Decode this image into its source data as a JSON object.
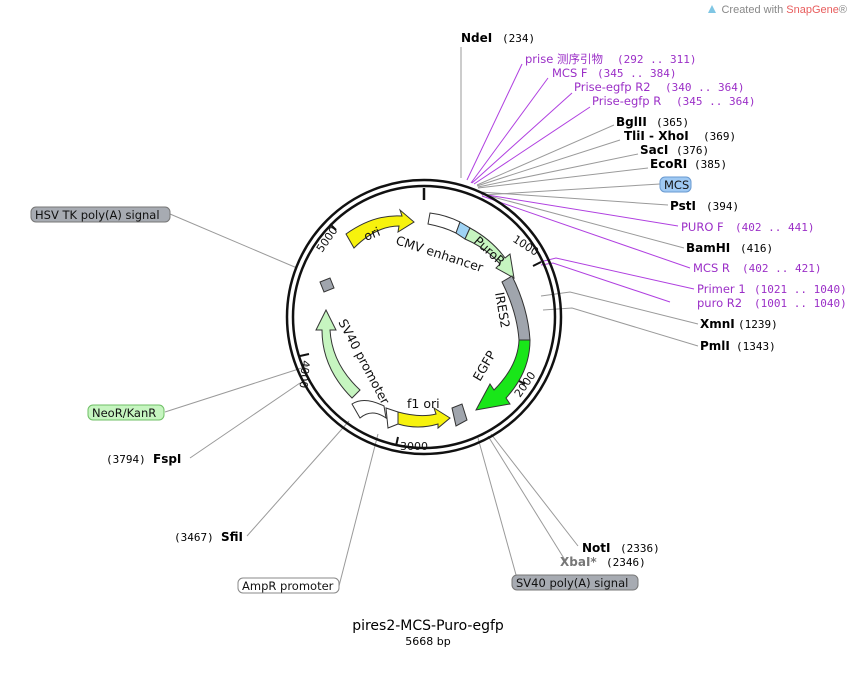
{
  "branding": {
    "prefix": "Created with ",
    "product": "SnapGene",
    "mark": "®"
  },
  "map": {
    "name": "pires2-MCS-Puro-egfp",
    "size_label": "5668 bp"
  },
  "ticks": [
    "1000",
    "2000",
    "3000",
    "4000",
    "5000"
  ],
  "features": {
    "ori": "ori",
    "cmv": "CMV enhancer",
    "puror": "PuroR",
    "ires2": "IRES2",
    "egfp": "EGFP",
    "f1ori": "f1 ori",
    "sv40prom": "SV40 promoter"
  },
  "sites": [
    {
      "name": "NdeI",
      "pos": "(234)"
    },
    {
      "name": "BglII",
      "pos": "(365)"
    },
    {
      "name": "TliI - XhoI",
      "pos": "(369)"
    },
    {
      "name": "SacI",
      "pos": "(376)"
    },
    {
      "name": "EcoRI",
      "pos": "(385)"
    },
    {
      "name": "PstI",
      "pos": "(394)"
    },
    {
      "name": "BamHI",
      "pos": "(416)"
    },
    {
      "name": "XmnI",
      "pos": "(1239)"
    },
    {
      "name": "PmlI",
      "pos": "(1343)"
    },
    {
      "name": "NotI",
      "pos": "(2336)"
    },
    {
      "name": "XbaI*",
      "pos": "(2346)"
    },
    {
      "name": "FspI",
      "pos": "(3794)"
    },
    {
      "name": "SfiI",
      "pos": "(3467)"
    }
  ],
  "primers": [
    {
      "name": "prise 测序引物",
      "pos": "(292 .. 311)"
    },
    {
      "name": "MCS F",
      "pos": "(345 .. 384)"
    },
    {
      "name": "Prise-egfp R2",
      "pos": "(340 .. 364)"
    },
    {
      "name": "Prise-egfp R",
      "pos": "(345 .. 364)"
    },
    {
      "name": "PURO F",
      "pos": "(402 .. 441)"
    },
    {
      "name": "MCS R",
      "pos": "(402 .. 421)"
    },
    {
      "name": "Primer 1",
      "pos": "(1021 .. 1040)"
    },
    {
      "name": "puro R2",
      "pos": "(1001 .. 1040)"
    }
  ],
  "boxes": {
    "mcs": "MCS",
    "hsv": "HSV TK poly(A) signal",
    "neor": "NeoR/KanR",
    "ampr": "AmpR promoter",
    "sv40pa": "SV40 poly(A) signal"
  }
}
